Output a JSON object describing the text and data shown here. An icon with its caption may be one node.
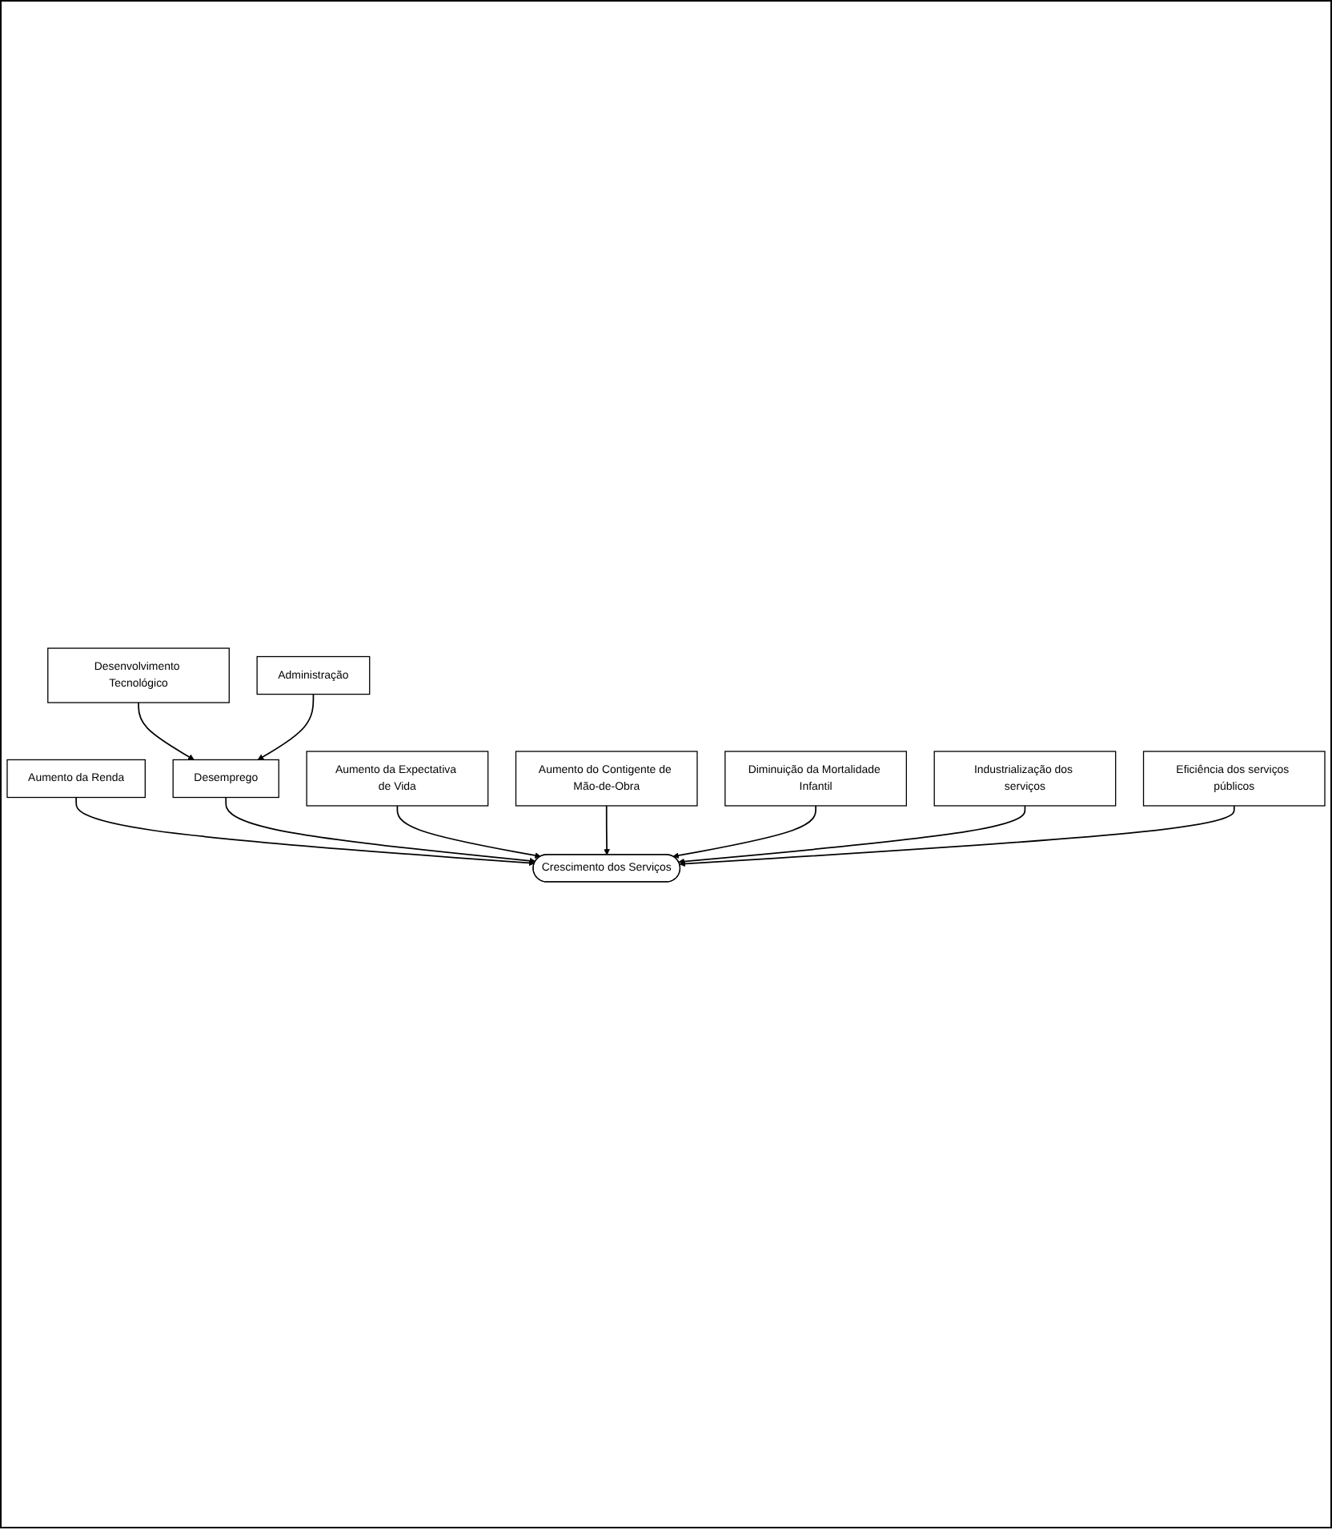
{
  "diagram": {
    "nodes": [
      {
        "text": [
          "Desenvolvimento Tecnológico"
        ]
      },
      {
        "text": [
          "Administração"
        ]
      },
      {
        "text": [
          "Aumento da Renda"
        ]
      },
      {
        "text": [
          "Desemprego"
        ]
      },
      {
        "text": [
          "Aumento da Expectativa de Vida"
        ]
      },
      {
        "text": [
          "Crescimento dos Serviços"
        ]
      },
      {
        "text": [
          "Aumento do Contigente de Mão-de-Obra"
        ]
      },
      {
        "text": [
          "Diminuição da Mortalidade Infantil"
        ]
      },
      {
        "text": [
          "Industrialização dos serviços"
        ]
      },
      {
        "text": [
          "Eficiência dos serviços públicos"
        ]
      }
    ],
    "edges": [
      {
        "from": 0,
        "to": 3,
        "arrow": "to"
      },
      {
        "from": 1,
        "to": 3,
        "arrow": "to"
      },
      {
        "from": 2,
        "to": 5,
        "arrow": "to"
      },
      {
        "from": 3,
        "to": 5,
        "arrow": "to"
      },
      {
        "from": 4,
        "to": 5,
        "arrow": "to"
      },
      {
        "from": 6,
        "to": 5,
        "arrow": "to"
      },
      {
        "from": 7,
        "to": 5,
        "arrow": "to"
      },
      {
        "from": 8,
        "to": 5,
        "arrow": "to"
      },
      {
        "from": 9,
        "to": 5,
        "arrow": "to"
      }
    ]
  }
}
